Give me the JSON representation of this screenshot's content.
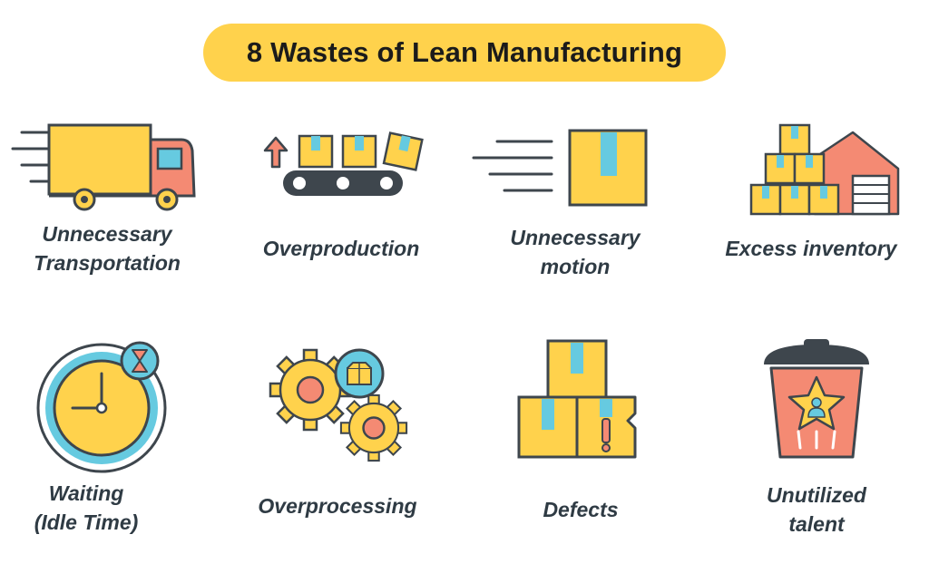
{
  "title": "8 Wastes of Lean Manufacturing",
  "colors": {
    "yellow": "#FFD24C",
    "dark": "#3E464D",
    "blue": "#66CAE0",
    "coral": "#F48A73",
    "white": "#FFFFFF",
    "gray_line": "#6E757A"
  },
  "wastes": [
    {
      "line1": "Unnecessary",
      "line2": "Transportation",
      "icon": "truck-icon"
    },
    {
      "line1": "Overproduction",
      "line2": "",
      "icon": "conveyor-belt-icon"
    },
    {
      "line1": "Unnecessary",
      "line2": "motion",
      "icon": "moving-box-icon"
    },
    {
      "line1": "Excess inventory",
      "line2": "",
      "icon": "warehouse-boxes-icon"
    },
    {
      "line1": "Waiting",
      "line2": "(Idle Time)",
      "icon": "clock-hourglass-icon"
    },
    {
      "line1": "Overprocessing",
      "line2": "",
      "icon": "gears-icon"
    },
    {
      "line1": "Defects",
      "line2": "",
      "icon": "damaged-boxes-icon"
    },
    {
      "line1": "Unutilized",
      "line2": "talent",
      "icon": "trash-star-icon"
    }
  ]
}
